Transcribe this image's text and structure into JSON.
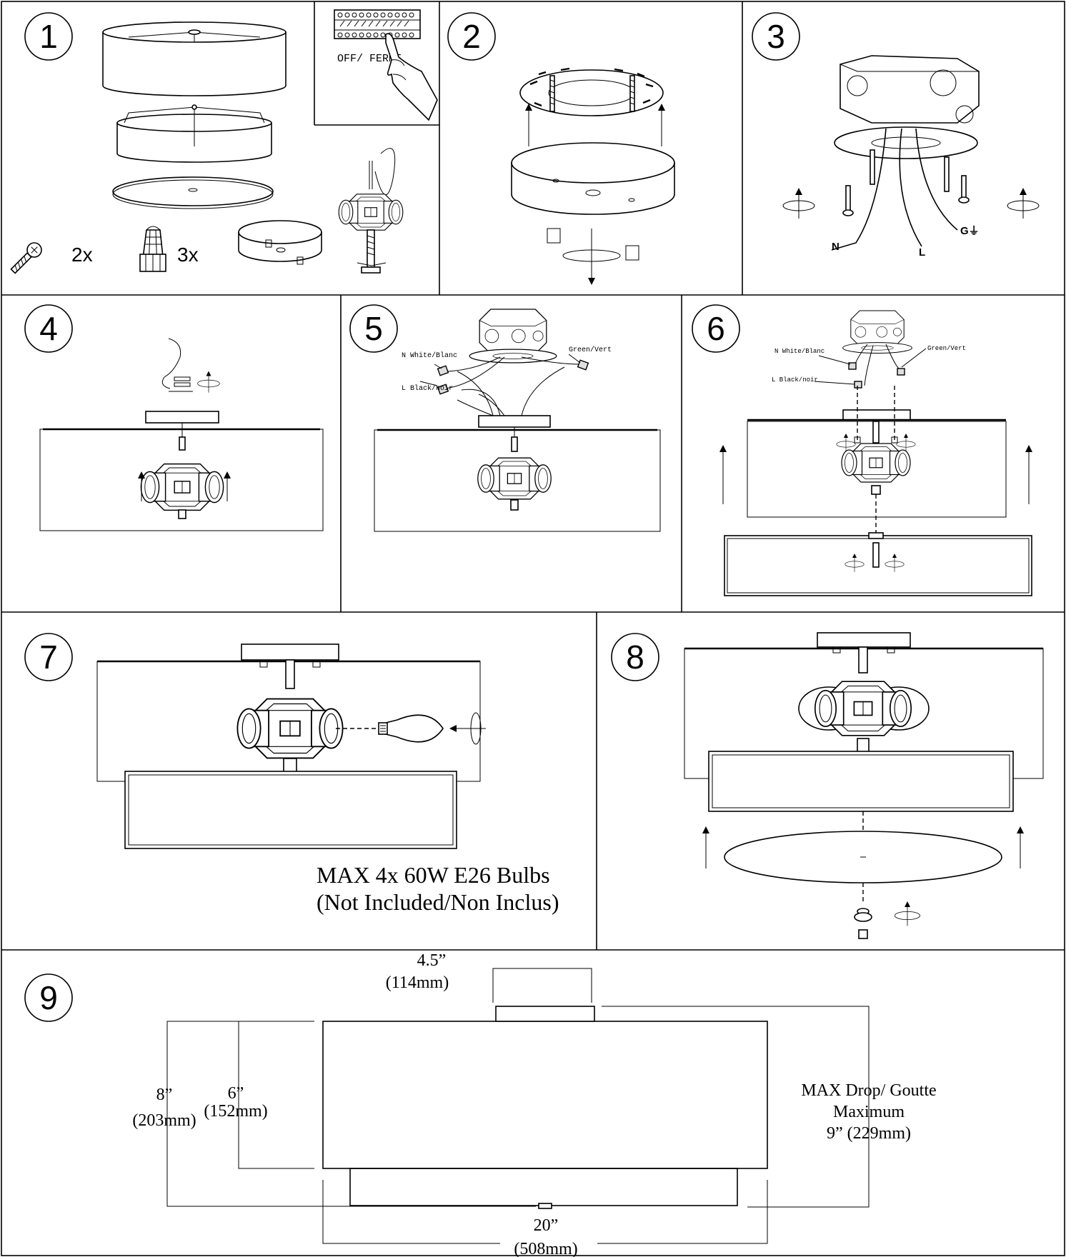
{
  "steps": {
    "s1": "1",
    "s2": "2",
    "s3": "3",
    "s4": "4",
    "s5": "5",
    "s6": "6",
    "s7": "7",
    "s8": "8",
    "s9": "9"
  },
  "step1": {
    "breaker_label": "OFF/ FERME",
    "screw_count": "2x",
    "wire_nut_count": "3x"
  },
  "step3": {
    "neutral": "N",
    "live": "L",
    "ground": "G⏚"
  },
  "step5": {
    "neutral_label": "N White/Blanc",
    "live_label": "L Black/noir",
    "ground_label": "Green/Vert"
  },
  "step6": {
    "neutral_label": "N White/Blanc",
    "live_label": "L Black/noir",
    "ground_label": "Green/Vert"
  },
  "step7": {
    "bulb_line1": "MAX 4x 60W E26 Bulbs",
    "bulb_line2": "(Not Included/Non Inclus)"
  },
  "step9": {
    "canopy_width": "4.5”",
    "canopy_width_mm": "(114mm)",
    "shade_height": "6”",
    "shade_height_mm": "(152mm)",
    "overall_height": "8”",
    "overall_height_mm": "(203mm)",
    "max_drop_line1": "MAX Drop/ Goutte",
    "max_drop_line2": "Maximum",
    "max_drop_line3": "9” (229mm)",
    "diameter": "20”",
    "diameter_mm": "(508mm)"
  },
  "icons": [
    "wire-nut-icon",
    "screw-icon",
    "hand-icon",
    "light-bulb-icon",
    "rotation-arrow-icon",
    "ground-symbol-icon"
  ]
}
